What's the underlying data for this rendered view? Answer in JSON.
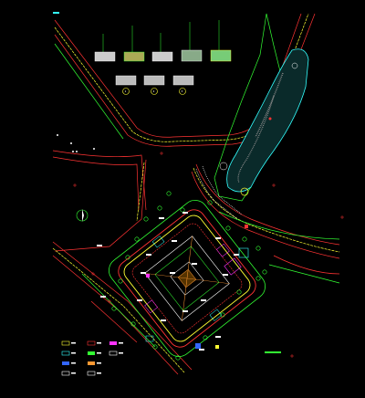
{
  "drawing": {
    "type": "CAD site plan (landscape / road layout)",
    "background": "#000000",
    "line_colors": {
      "road_red": "#ff3333",
      "road_yellow": "#ffff33",
      "road_green": "#33ff33",
      "cyan": "#33ffff",
      "white": "#ffffff",
      "magenta": "#ff33ff",
      "blue": "#3366ff",
      "orange": "#ff9933"
    }
  },
  "section_details": {
    "circled_labels": [
      "1",
      "2",
      "3"
    ]
  },
  "legend": {
    "swatch_colors": [
      "#ffff33",
      "#ff3333",
      "#ff33ff",
      "#33ffff",
      "#33ff33",
      "#ffffff",
      "#3366ff",
      "#ff9933",
      "#ffffff"
    ]
  }
}
